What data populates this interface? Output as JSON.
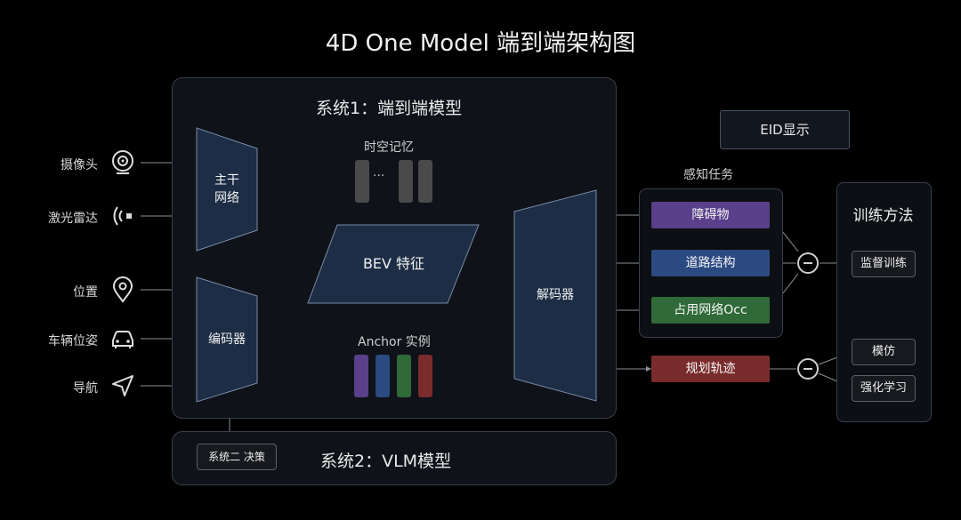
{
  "title": "4D One Model 端到端架构图",
  "system1": {
    "title": "系统1：端到端模型"
  },
  "system2": {
    "title": "系统2：VLM模型",
    "decision_label": "系统二 决策"
  },
  "inputs": [
    {
      "label": "摄像头",
      "icon": "camera-icon"
    },
    {
      "label": "激光雷达",
      "icon": "lidar-icon"
    },
    {
      "label": "位置",
      "icon": "location-pin-icon"
    },
    {
      "label": "车辆位姿",
      "icon": "car-icon"
    },
    {
      "label": "导航",
      "icon": "navigation-arrow-icon"
    }
  ],
  "backbone": {
    "label_line1": "主干",
    "label_line2": "网络"
  },
  "encoder": {
    "label": "编码器"
  },
  "memory": {
    "label": "时空记忆",
    "ellipsis": "···"
  },
  "bev": {
    "label": "BEV 特征"
  },
  "anchor": {
    "label": "Anchor 实例",
    "colors": [
      "#5a3f8a",
      "#2c4a82",
      "#2f6a38",
      "#7a2c2c"
    ]
  },
  "decoder": {
    "label": "解码器"
  },
  "eid": {
    "label": "EID显示"
  },
  "perception": {
    "label": "感知任务",
    "tasks": [
      {
        "label": "障碍物",
        "color": "#5a3f8a"
      },
      {
        "label": "道路结构",
        "color": "#2c4a82"
      },
      {
        "label": "占用网络Occ",
        "color": "#2f6a38"
      }
    ]
  },
  "planning": {
    "label": "规划轨迹",
    "color": "#7a2c2c"
  },
  "training": {
    "title": "训练方法",
    "supervised": "监督训练",
    "imitation": "模仿",
    "rl": "强化学习"
  }
}
